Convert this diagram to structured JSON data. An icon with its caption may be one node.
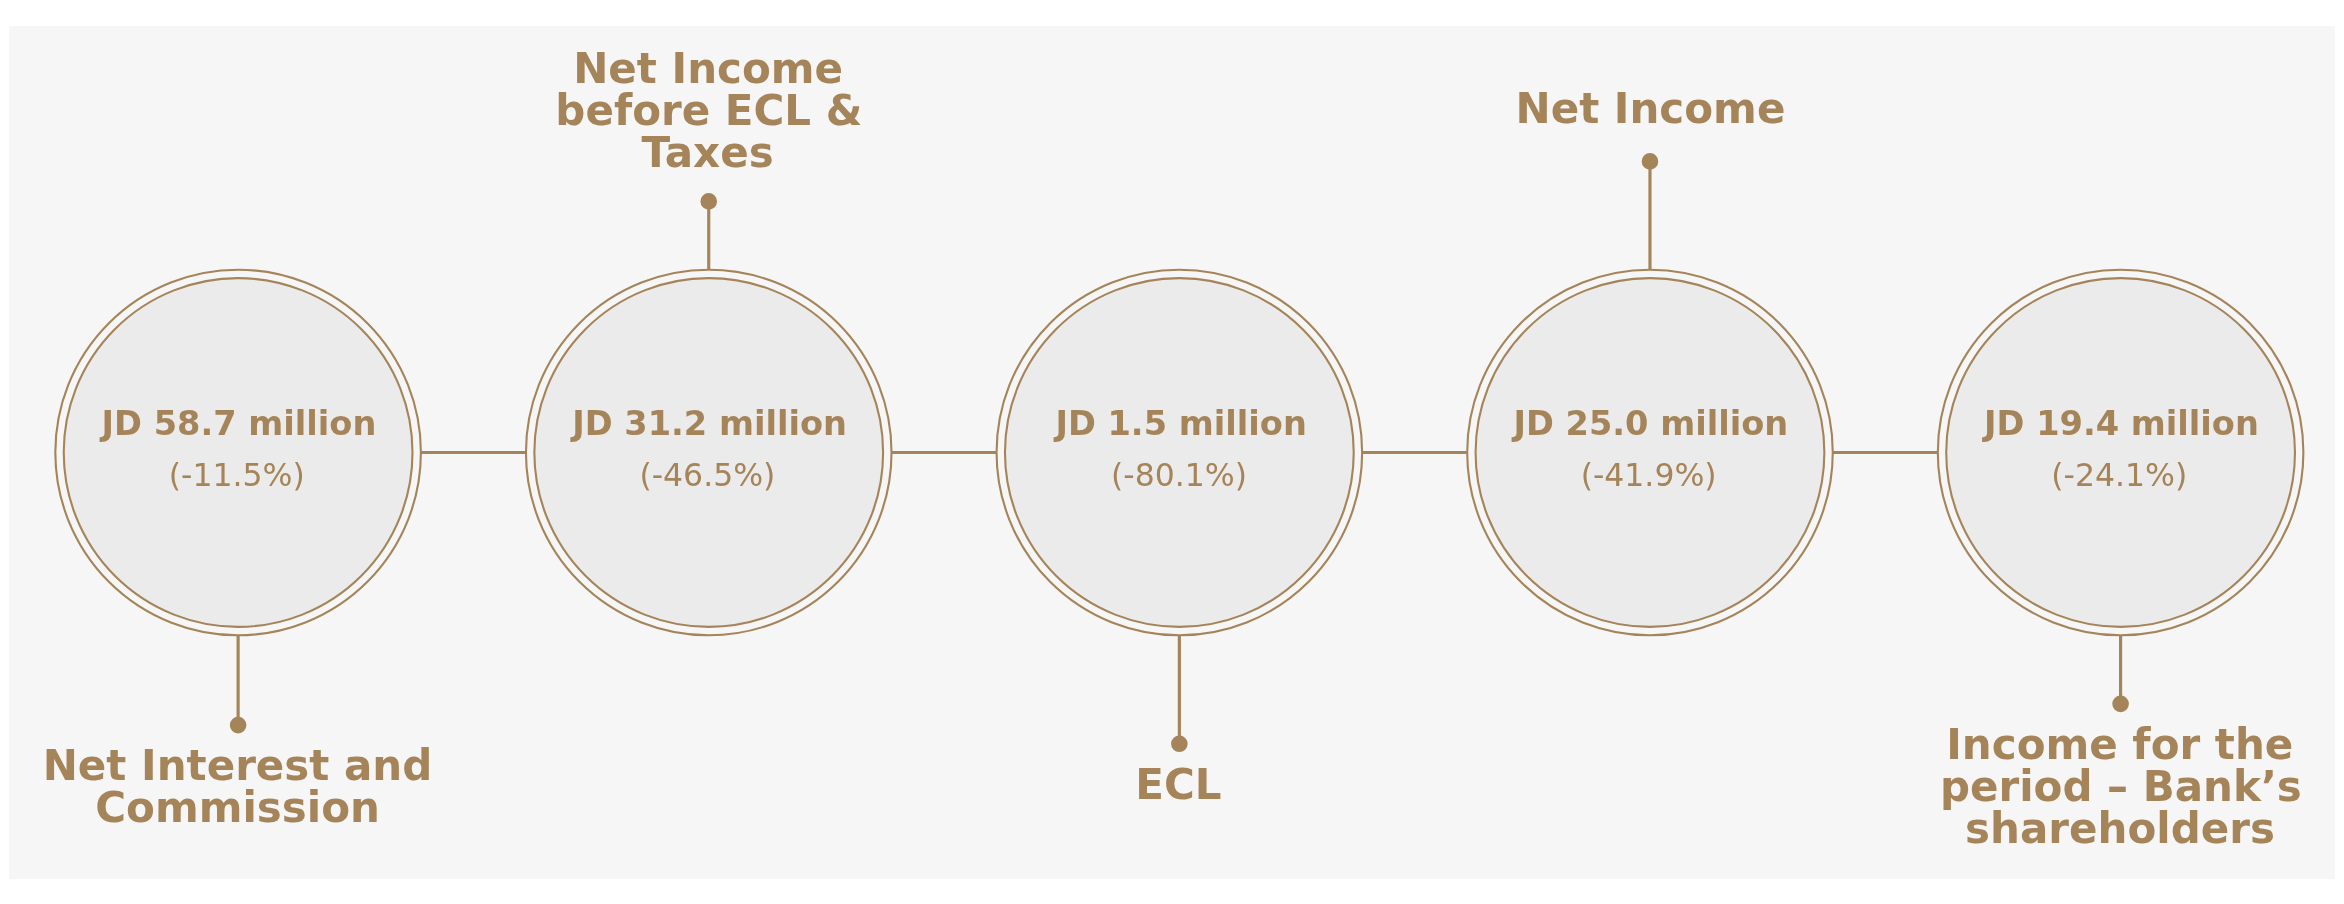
{
  "diagram": {
    "nodes": [
      {
        "text": [
          "JD 58.7 million",
          "(-11.5%)"
        ]
      },
      {
        "text": [
          "JD 31.2 million",
          "(-46.5%)"
        ]
      },
      {
        "text": [
          "JD 1.5 million",
          "(-80.1%)"
        ]
      },
      {
        "text": [
          "JD 25.0 million",
          "(-41.9%)"
        ]
      },
      {
        "text": [
          "JD 19.4 million",
          "(-24.1%)"
        ]
      },
      {
        "text": [
          "Net Income before ECL & Taxes"
        ]
      },
      {
        "text": [
          "Net Income"
        ]
      },
      {
        "text": [
          "Net Interest and Commission"
        ]
      },
      {
        "text": [
          "ECL"
        ]
      },
      {
        "text": [
          "Income for the period – Bank’s shareholders"
        ]
      }
    ],
    "edges": [
      {
        "from": 0,
        "to": 1,
        "arrow": "none"
      },
      {
        "from": 1,
        "to": 2,
        "arrow": "none"
      },
      {
        "from": 2,
        "to": 3,
        "arrow": "none"
      },
      {
        "from": 3,
        "to": 4,
        "arrow": "none"
      },
      {
        "from": 5,
        "to": 1,
        "arrow": "other"
      },
      {
        "from": 6,
        "to": 3,
        "arrow": "other"
      },
      {
        "from": 7,
        "to": 0,
        "arrow": "other"
      },
      {
        "from": 8,
        "to": 2,
        "arrow": "other"
      },
      {
        "from": 9,
        "to": 4,
        "arrow": "other"
      }
    ]
  }
}
